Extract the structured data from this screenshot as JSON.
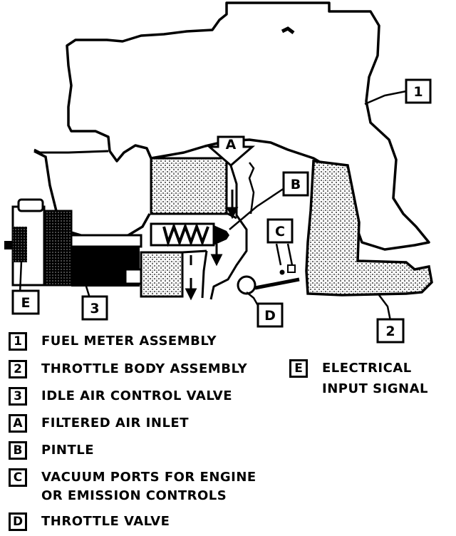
{
  "callouts": {
    "c1": "1",
    "c2": "2",
    "c3": "3",
    "cA": "A",
    "cB": "B",
    "cC": "C",
    "cD": "D",
    "cE": "E"
  },
  "legend": {
    "items": [
      {
        "key": "1",
        "text": "FUEL METER ASSEMBLY"
      },
      {
        "key": "2",
        "text": "THROTTLE BODY ASSEMBLY"
      },
      {
        "key": "3",
        "text": "IDLE AIR CONTROL VALVE"
      },
      {
        "key": "A",
        "text": "FILTERED AIR INLET"
      },
      {
        "key": "B",
        "text": "PINTLE"
      },
      {
        "key": "C",
        "text": "VACUUM PORTS FOR ENGINE",
        "text2": "OR EMISSION CONTROLS"
      },
      {
        "key": "D",
        "text": "THROTTLE VALVE"
      },
      {
        "key": "E",
        "text": "ELECTRICAL",
        "text2": "INPUT SIGNAL"
      }
    ]
  }
}
